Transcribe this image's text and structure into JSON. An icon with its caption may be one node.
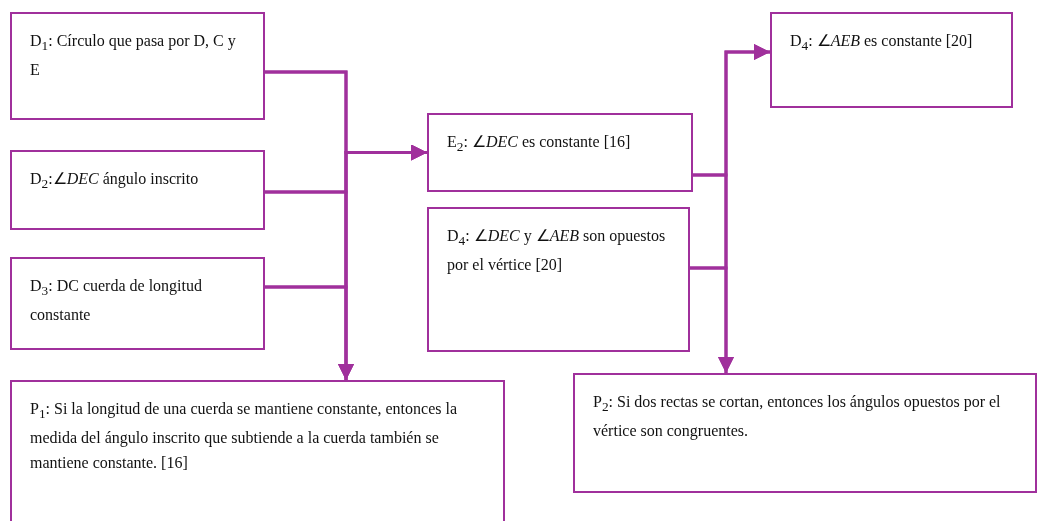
{
  "diagram": {
    "nodes": [
      {
        "text": [
          "D$_{1}$: Círculo que pasa por D, C y E"
        ]
      },
      {
        "text": [
          "D$_{2}$:∠*DEC* ángulo inscrito"
        ]
      },
      {
        "text": [
          "D$_{3}$: DC cuerda de longitud constante"
        ]
      },
      {
        "text": [
          "P$_{1}$: Si la longitud de una cuerda se mantiene constante, entonces la medida del ángulo inscrito que subtiende a la cuerda también se mantiene constante. [16]"
        ]
      },
      {
        "text": [
          "E$_{2}$: ∠*DEC* es constante [16]"
        ]
      },
      {
        "text": [
          "D$_{4}$: ∠*DEC* y ∠*AEB* son opuestos por el vértice [20]"
        ]
      },
      {
        "text": [
          "D$_{4}$: ∠*AEB* es constante [20]"
        ]
      },
      {
        "text": [
          "P$_{2}$: Si dos rectas se cortan, entonces los ángulos opuestos por el vértice son congruentes."
        ]
      }
    ],
    "edges": [
      {
        "from": 0,
        "to": 4,
        "arrow": "to"
      },
      {
        "from": 1,
        "to": 4,
        "arrow": "to"
      },
      {
        "from": 2,
        "to": 4,
        "arrow": "to"
      },
      {
        "from": 0,
        "to": 3,
        "arrow": "to"
      },
      {
        "from": 1,
        "to": 3,
        "arrow": "to"
      },
      {
        "from": 2,
        "to": 3,
        "arrow": "to"
      },
      {
        "from": 4,
        "to": 6,
        "arrow": "to"
      },
      {
        "from": 5,
        "to": 6,
        "arrow": "to"
      },
      {
        "from": 4,
        "to": 7,
        "arrow": "to"
      },
      {
        "from": 5,
        "to": 7,
        "arrow": "to"
      }
    ]
  }
}
